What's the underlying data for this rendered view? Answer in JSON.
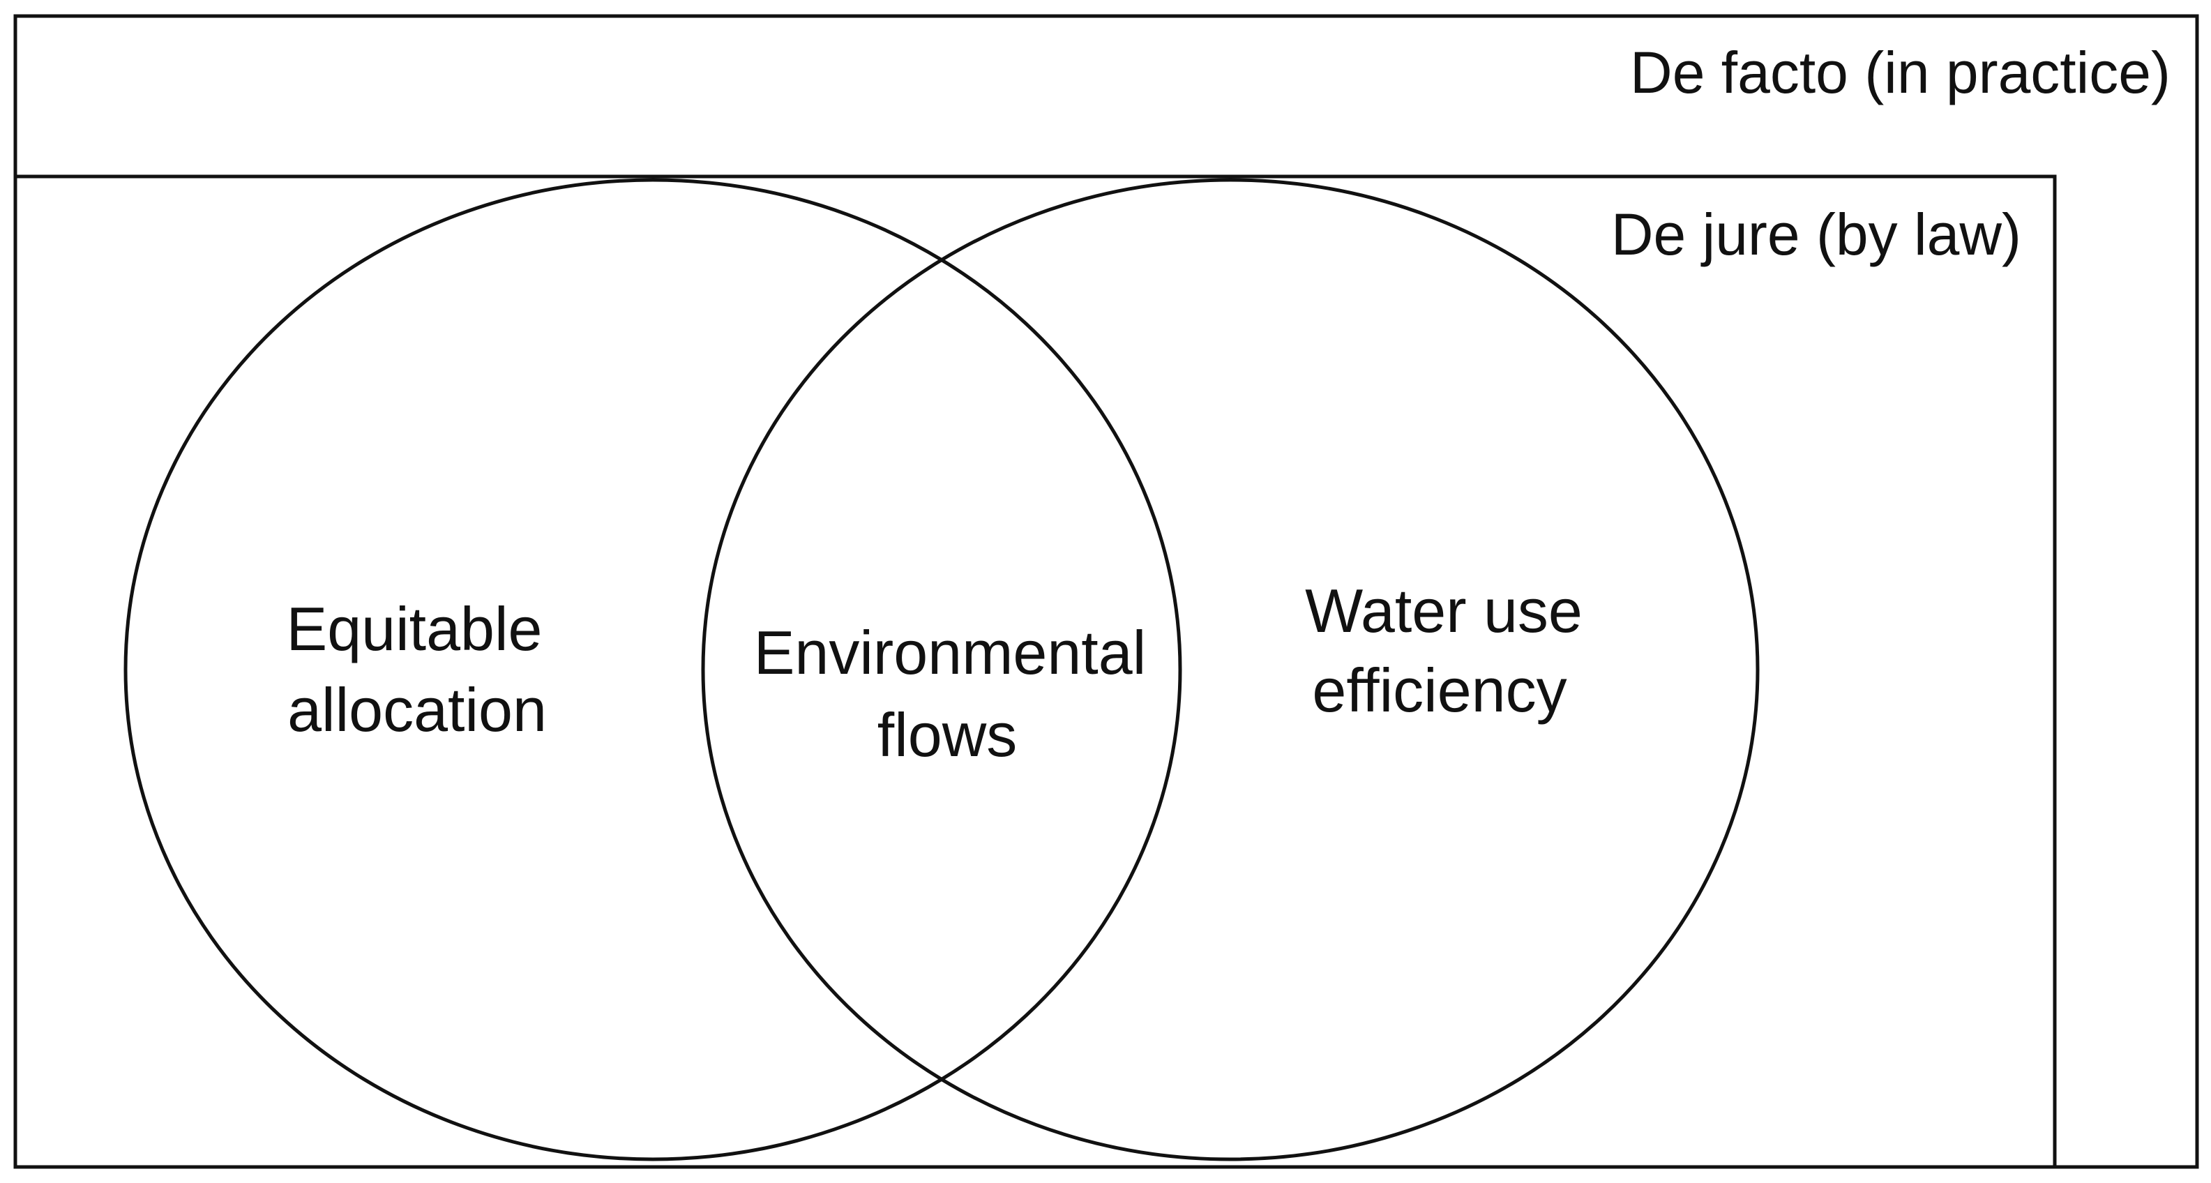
{
  "diagram": {
    "outer_box_label": "De facto (in practice)",
    "inner_box_label": "De jure (by law)",
    "left_circle": {
      "line1": "Equitable",
      "line2": "allocation"
    },
    "overlap": {
      "line1": "Environmental",
      "line2": "flows"
    },
    "right_circle": {
      "line1": "Water use",
      "line2": "efficiency"
    },
    "stroke_color": "#111111",
    "background_color": "#ffffff"
  }
}
